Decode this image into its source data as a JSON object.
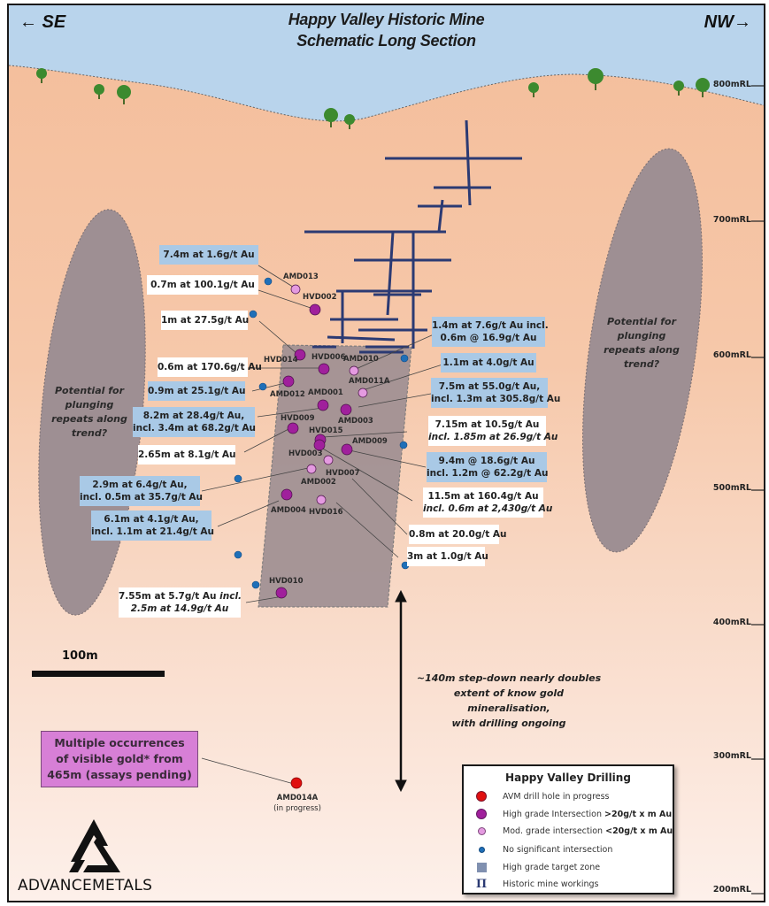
{
  "header": {
    "title_line1": "Happy Valley Historic Mine",
    "title_line2": "Schematic Long Section",
    "left_direction": "← SE",
    "right_direction": "NW→"
  },
  "colors": {
    "sky": "#b9d4ec",
    "ground_top": "#f4bd9a",
    "target_zone": "#9e8f93",
    "mine_workings": "#2b3a73",
    "high_grade": "#a0209c",
    "mod_grade": "#e49ae0",
    "no_significant": "#1f6fb8",
    "in_progress": "#e01010",
    "label_blue": "#a9c9e6",
    "callout_pink": "#d77fd6"
  },
  "rl_axis": [
    "800mRL",
    "700mRL",
    "600mRL",
    "500mRL",
    "400mRL",
    "300mRL",
    "200mRL"
  ],
  "potential_left": [
    "Potential for",
    "plunging",
    "repeats along",
    "trend?"
  ],
  "potential_right": [
    "Potential for",
    "plunging",
    "repeats along",
    "trend?"
  ],
  "drill_holes": [
    {
      "id": "AMD013",
      "type": "mod"
    },
    {
      "id": "HVD002",
      "type": "high"
    },
    {
      "id": "HVD014",
      "type": "high"
    },
    {
      "id": "HVD006",
      "type": "high"
    },
    {
      "id": "AMD010",
      "type": "mod"
    },
    {
      "id": "AMD011A",
      "type": "mod"
    },
    {
      "id": "AMD012",
      "type": "high"
    },
    {
      "id": "AMD001",
      "type": "high"
    },
    {
      "id": "AMD003",
      "type": "high"
    },
    {
      "id": "HVD009",
      "type": "high"
    },
    {
      "id": "HVD015",
      "type": "high"
    },
    {
      "id": "AMD009",
      "type": "high"
    },
    {
      "id": "HVD003",
      "type": "high"
    },
    {
      "id": "HVD007",
      "type": "mod"
    },
    {
      "id": "AMD002",
      "type": "mod"
    },
    {
      "id": "AMD004",
      "type": "high"
    },
    {
      "id": "HVD016",
      "type": "mod"
    },
    {
      "id": "HVD010",
      "type": "high"
    },
    {
      "id": "AMD014A",
      "type": "in_progress",
      "note": "(in progress)"
    }
  ],
  "intercepts": [
    {
      "hole": "AMD013",
      "line1": "7.4m at 1.6g/t Au",
      "line2": "",
      "style": "blue"
    },
    {
      "hole": "HVD002",
      "line1": "0.7m at 100.1g/t Au",
      "line2": "",
      "style": "white"
    },
    {
      "hole": "HVD014",
      "line1": "1m at 27.5g/t Au",
      "line2": "",
      "style": "white"
    },
    {
      "hole": "HVD006",
      "line1": "0.6m at 170.6g/t Au",
      "line2": "",
      "style": "white"
    },
    {
      "hole": "AMD012",
      "line1": "0.9m at 25.1g/t Au",
      "line2": "",
      "style": "blue"
    },
    {
      "hole": "AMD001",
      "line1": "8.2m at 28.4g/t Au,",
      "line2": "incl. 3.4m at 68.2g/t Au",
      "style": "blue"
    },
    {
      "hole": "HVD009",
      "line1": "2.65m at 8.1g/t Au",
      "line2": "",
      "style": "white"
    },
    {
      "hole": "AMD002",
      "line1": "2.9m at 6.4g/t Au,",
      "line2": "incl. 0.5m at 35.7g/t Au",
      "style": "blue"
    },
    {
      "hole": "AMD004",
      "line1": "6.1m at 4.1g/t Au,",
      "line2": "incl. 1.1m at 21.4g/t Au",
      "style": "blue"
    },
    {
      "hole": "HVD010",
      "line1": "7.55m at 5.7g/t Au",
      "line1_italic": " incl.",
      "line2": "2.5m at 14.9g/t Au",
      "line2_italic": true,
      "style": "white"
    },
    {
      "hole": "AMD010",
      "line1": "1.4m at 7.6g/t Au incl.",
      "line2": "0.6m @ 16.9g/t Au",
      "style": "blue"
    },
    {
      "hole": "AMD011A",
      "line1": "1.1m at 4.0g/t Au",
      "line2": "",
      "style": "blue"
    },
    {
      "hole": "AMD003",
      "line1": "7.5m at 55.0g/t Au,",
      "line2": "incl. 1.3m at 305.8g/t Au",
      "style": "blue"
    },
    {
      "hole": "HVD015",
      "line1": "7.15m at 10.5g/t Au",
      "line2": "incl. 1.85m at 26.9g/t Au",
      "line2_italic": true,
      "style": "white"
    },
    {
      "hole": "AMD009",
      "line1": "9.4m @ 18.6g/t Au",
      "line2": "incl. 1.2m @ 62.2g/t Au",
      "style": "blue"
    },
    {
      "hole": "HVD003",
      "line1": "11.5m at 160.4g/t Au",
      "line2": "incl. 0.6m at 2,430g/t Au",
      "line2_italic": true,
      "style": "white"
    },
    {
      "hole": "HVD007",
      "line1": "0.8m at 20.0g/t Au",
      "line2": "",
      "style": "white"
    },
    {
      "hole": "HVD016",
      "line1": "3m at 1.0g/t Au",
      "line2": "",
      "style": "white"
    }
  ],
  "scale_bar": {
    "label": "100m"
  },
  "stepdown_callout": [
    "~140m step-down nearly doubles",
    "extent of know gold mineralisation,",
    "with drilling ongoing"
  ],
  "visible_gold_callout": [
    "Multiple occurrences",
    "of visible gold* from",
    "465m (assays pending)"
  ],
  "legend": {
    "title": "Happy Valley Drilling",
    "items": [
      {
        "symbol": "red-dot",
        "text": "AVM drill hole in progress",
        "bold": ""
      },
      {
        "symbol": "purple-dot",
        "text": "High grade Intersection ",
        "bold": ">20g/t x m Au"
      },
      {
        "symbol": "pink-dot",
        "text": "Mod. grade intersection ",
        "bold": "<20g/t x m Au"
      },
      {
        "symbol": "blue-dot",
        "text": "No significant intersection",
        "bold": ""
      },
      {
        "symbol": "grey-square",
        "text": "High grade target zone",
        "bold": ""
      },
      {
        "symbol": "mine-workings-glyph",
        "text": "Historic mine workings",
        "bold": ""
      }
    ]
  },
  "logo": {
    "text": "ADVANCEMETALS"
  }
}
